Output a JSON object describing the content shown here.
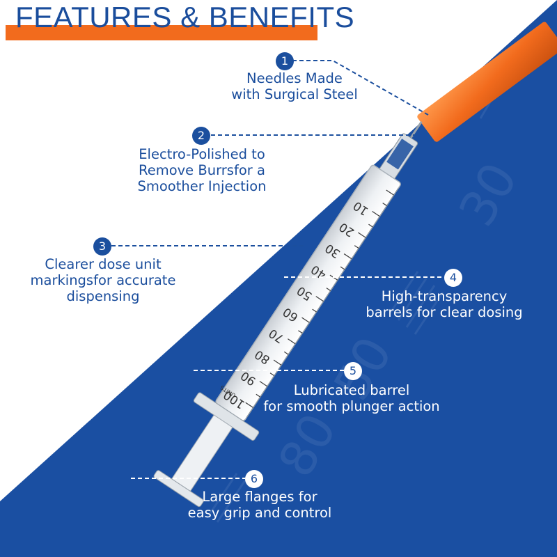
{
  "header": {
    "title": "FEATURES & BENEFITS"
  },
  "colors": {
    "accent": "#f26b1d",
    "brand_blue": "#1b4f9e",
    "background_blue": "#1a4fa2",
    "background_white": "#ffffff"
  },
  "syringe": {
    "markings": [
      "10",
      "20",
      "30",
      "40",
      "50",
      "60",
      "70",
      "80",
      "90",
      "100"
    ],
    "unit_label": "UNITS"
  },
  "features": [
    {
      "number": "1",
      "text": "Needles Made\nwith Surgical Steel"
    },
    {
      "number": "2",
      "text": "Electro-Polished to\nRemove Burrsfor a\nSmoother Injection"
    },
    {
      "number": "3",
      "text": "Clearer dose unit\nmarkingsfor accurate\ndispensing"
    },
    {
      "number": "4",
      "text": "High-transparency\nbarrels for clear dosing"
    },
    {
      "number": "5",
      "text": "Lubricated barrel\nfor smooth plunger action"
    },
    {
      "number": "6",
      "text": "Large flanges for\neasy grip and control"
    }
  ]
}
